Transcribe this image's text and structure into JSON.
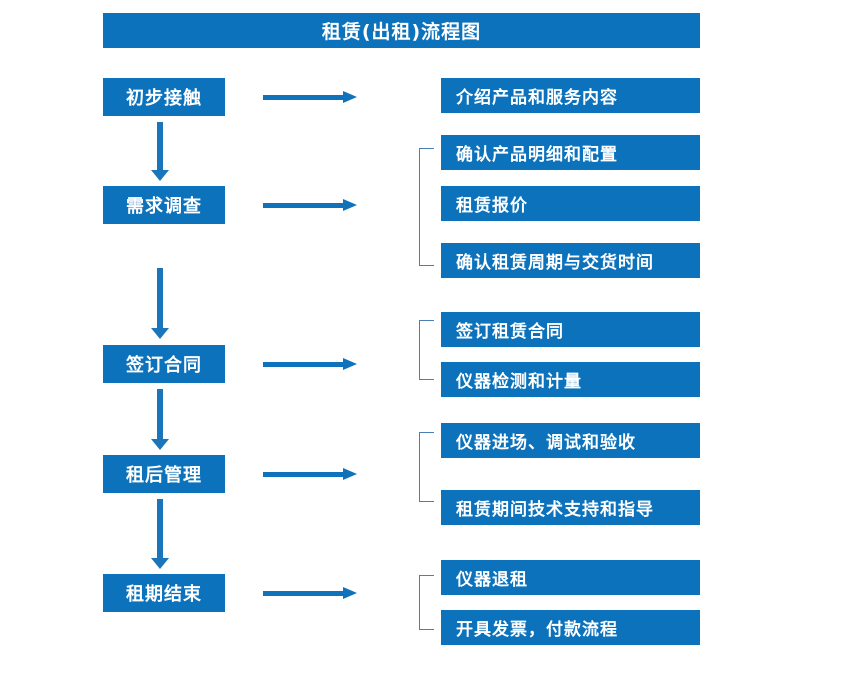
{
  "diagram": {
    "title": "租赁(出租)流程图",
    "colors": {
      "box_fill": "#0C72BC",
      "box_text": "#FFFFFF",
      "arrow": "#1072BA",
      "bracket": "#4A7FB5",
      "background": "#FFFFFF"
    },
    "stages": [
      {
        "id": "stage-1",
        "label": "初步接触"
      },
      {
        "id": "stage-2",
        "label": "需求调查"
      },
      {
        "id": "stage-3",
        "label": "签订合同"
      },
      {
        "id": "stage-4",
        "label": "租后管理"
      },
      {
        "id": "stage-5",
        "label": "租期结束"
      }
    ],
    "details": [
      {
        "id": "detail-1",
        "label": "介绍产品和服务内容"
      },
      {
        "id": "detail-2",
        "label": "确认产品明细和配置"
      },
      {
        "id": "detail-3",
        "label": "租赁报价"
      },
      {
        "id": "detail-4",
        "label": "确认租赁周期与交货时间"
      },
      {
        "id": "detail-5",
        "label": "签订租赁合同"
      },
      {
        "id": "detail-6",
        "label": "仪器检测和计量"
      },
      {
        "id": "detail-7",
        "label": "仪器进场、调试和验收"
      },
      {
        "id": "detail-8",
        "label": "租赁期间技术支持和指导"
      },
      {
        "id": "detail-9",
        "label": "仪器退租"
      },
      {
        "id": "detail-10",
        "label": "开具发票，付款流程"
      }
    ],
    "connector_arrows": {
      "horizontal_count": 5,
      "vertical_count": 4,
      "bracket_count": 4
    }
  }
}
